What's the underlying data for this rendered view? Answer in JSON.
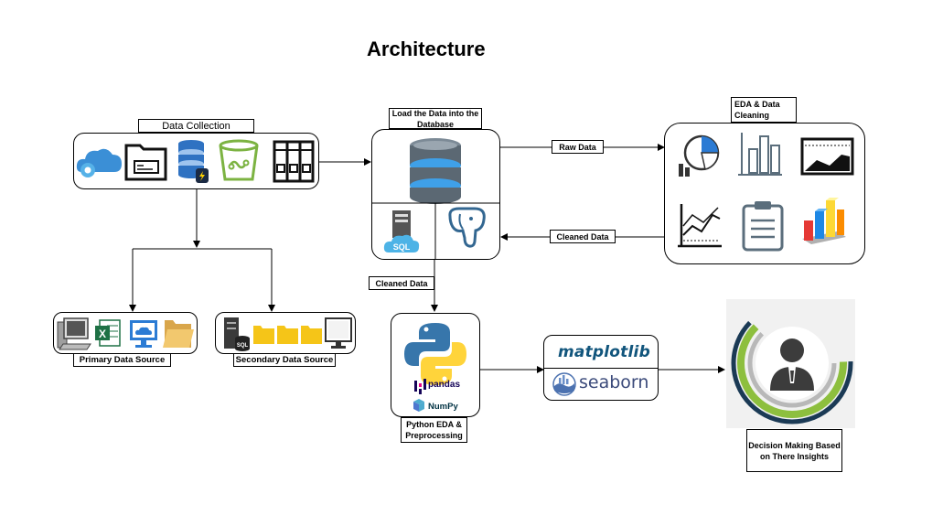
{
  "diagram": {
    "title": "Architecture",
    "data_collection": {
      "label": "Data Collection",
      "icons": [
        "cloud-settings-icon",
        "folder-id-card-icon",
        "database-cloud-icon",
        "storage-bucket-icon",
        "file-cabinet-icon"
      ]
    },
    "primary_source": {
      "label": "Primary Data Source",
      "icons": [
        "desktop-computer-icon",
        "excel-icon",
        "cloud-monitor-icon",
        "folder-icon"
      ]
    },
    "secondary_source": {
      "label": "Secondary Data Source",
      "icons": [
        "sql-server-icon",
        "folder-icon",
        "folder-icon",
        "folder-icon",
        "monitor-icon"
      ]
    },
    "database": {
      "label": "Load the Data into the Database",
      "icons": [
        "database-icon",
        "sql-server-icon",
        "postgresql-icon"
      ]
    },
    "eda": {
      "label": "EDA & Data Cleaning",
      "icons": [
        "pie-chart-icon",
        "bar-chart-icon",
        "area-chart-icon",
        "line-chart-icon",
        "clipboard-icon",
        "3d-bar-chart-icon"
      ]
    },
    "python": {
      "label": "Python EDA & Preprocessing",
      "pandas": "pandas",
      "numpy": "NumPy"
    },
    "viz": {
      "matplotlib": "matplotlib",
      "seaborn": "seaborn"
    },
    "decision": {
      "label": "Decision Making Based on There Insights",
      "icon": "businessman-icon"
    },
    "edges": {
      "raw_data": "Raw Data",
      "cleaned_data_return": "Cleaned Data",
      "cleaned_data_down": "Cleaned Data"
    }
  }
}
